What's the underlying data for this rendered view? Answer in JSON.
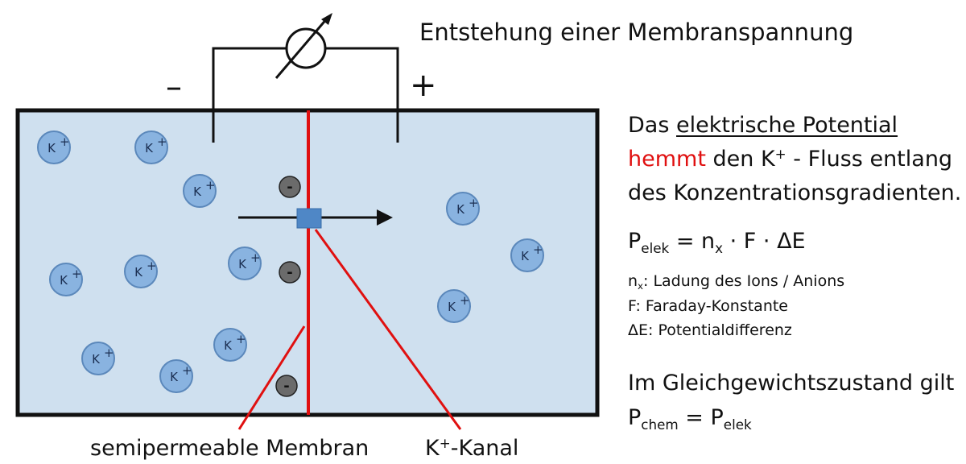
{
  "title": "Entstehung einer Membranspannung",
  "terminals": {
    "negative": "–",
    "positive": "+"
  },
  "ion_label": "K",
  "ion_charge": "+",
  "anion_label": "-",
  "text": {
    "line1_a": "Das ",
    "line1_u": "elektrische Potential",
    "line2_red": "hemmt",
    "line2_a": " den K",
    "line2_sup": "+",
    "line2_b": " - Fluss entlang",
    "line3": "des Konzentrationsgradienten."
  },
  "formula": {
    "p": "P",
    "p_sub": "elek",
    "eq": " = n",
    "n_sub": "x",
    "rest": " · F · ΔE"
  },
  "legend": {
    "n": "n",
    "n_sub": "x",
    "n_text": ": Ladung des Ions / Anions",
    "f": "F: Faraday-Konstante",
    "e": "ΔE: Potentialdifferenz"
  },
  "equilibrium": {
    "line": "Im Gleichgewichtszustand gilt",
    "p1": "P",
    "p1_sub": "chem",
    "eq": " =  P",
    "p2_sub": "elek"
  },
  "labels": {
    "membrane": "semipermeable Membran",
    "channel_k": "K",
    "channel_sup": "+",
    "channel_rest": "-Kanal"
  },
  "colors": {
    "fill": "#cfe0ef",
    "border": "#111111",
    "membrane": "#e01010",
    "ion_fill": "#89b3e0",
    "ion_stroke": "#5b88bb",
    "channel": "#4f87c6",
    "anion": "#6b6b6b"
  }
}
